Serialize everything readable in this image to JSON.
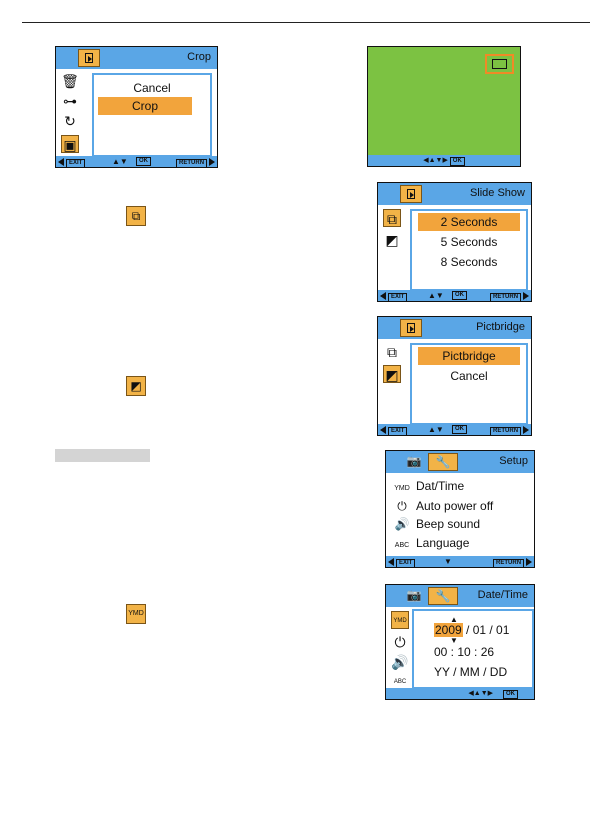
{
  "crop_menu": {
    "title": "Crop",
    "options": [
      "Cancel",
      "Crop"
    ],
    "footer": {
      "exit": "EXIT",
      "ok": "OK",
      "return": "RETURN",
      "arrows": "▲▼"
    }
  },
  "crop_preview": {
    "footer_arrows": "◀▲▼▶",
    "ok": "OK"
  },
  "slideshow_menu": {
    "title": "Slide Show",
    "options": [
      "2 Seconds",
      "5 Seconds",
      "8 Seconds"
    ],
    "footer": {
      "exit": "EXIT",
      "ok": "OK",
      "return": "RETURN",
      "arrows": "▲▼"
    }
  },
  "pictbridge_menu": {
    "title": "Pictbridge",
    "options": [
      "Pictbridge",
      "Cancel"
    ],
    "footer": {
      "exit": "EXIT",
      "ok": "OK",
      "return": "RETURN",
      "arrows": "▲▼"
    }
  },
  "setup_menu": {
    "title": "Setup",
    "items": [
      "Dat/Time",
      "Auto power off",
      "Beep sound",
      "Language"
    ],
    "footer": {
      "exit": "EXIT",
      "arrows": "▼",
      "return": "RETURN"
    }
  },
  "datetime_menu": {
    "title": "Date/Time",
    "year": "2009",
    "date_rest": " / 01 / 01",
    "time": "00 : 10 : 26",
    "format": "YY / MM / DD",
    "footer": {
      "arrows": "◀▲▼▶",
      "ok": "OK"
    }
  },
  "icons": {
    "play": "play-icon",
    "delete": "trash-icon",
    "protect": "key-icon",
    "rotate": "rotate-icon",
    "crop": "crop-icon",
    "slideshow": "slideshow-icon",
    "pictbridge": "pictbridge-icon",
    "camera": "camera-icon",
    "wrench": "wrench-icon",
    "ymd": "ymd-icon",
    "power": "power-icon",
    "beep": "speaker-icon",
    "language": "language-icon"
  },
  "icon_labels": {
    "ymd": "YMD",
    "language": "ABC"
  },
  "colors": {
    "header_blue": "#5aa6e6",
    "highlight_orange": "#f2a43c",
    "preview_green": "#7cc242",
    "crop_frame": "#f08a26"
  }
}
